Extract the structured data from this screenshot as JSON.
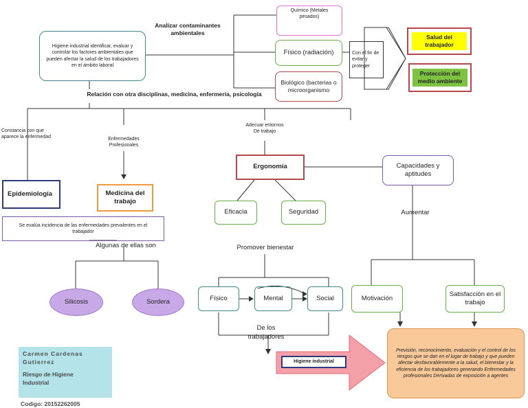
{
  "center_box": {
    "text": "Higiene industrial identificar, evaluar y controlar los factores ambientales que pueden afectar la salud de los trabajadores en el ámbito laboral"
  },
  "labels": {
    "analizar": "Analizar contaminantes ambientales",
    "relacion": "Relación con otra disciplinas, medicina, enfermería, psicología",
    "constancia": "Constancia con que aparece la enfermedad",
    "enf_prof": "Enfermedades Profesionales",
    "adecuar": "Adecuar entornos De trabajo",
    "algunas": "Algunas de ellas son",
    "promover": "Promover bienestar",
    "aumentar": "Aumentar",
    "de_los": "De los trabajadores",
    "con_el_fin": "Con el fin de evitar y proteger"
  },
  "contaminants": {
    "quimico": "Químico (Metales pesados)",
    "fisico": "Físico (radiación)",
    "biologico": "Biológico (bacterias o microorganismo"
  },
  "goals": {
    "salud": "Salud del trabajador",
    "proteccion": "Protección del medio ambiente"
  },
  "nodes": {
    "epidemiologia": "Epidemiología",
    "medicina": "Medicina del trabajo",
    "evalua": "Se evalúa incidencia de las enfermedades prevalentes en el trabajador",
    "silicosis": "Silicosis",
    "sordera": "Sordera",
    "ergonomia": "Ergonomía",
    "eficacia": "Eficacia",
    "seguridad": "Seguridad",
    "capacidades": "Capacidades y aptitudes",
    "fisico2": "Físico",
    "mental": "Mental",
    "social": "Social",
    "motivacion": "Motivación",
    "satisfaccion": "Satisfacción en el trabajo",
    "higiene_industrial": "Higiene industrial",
    "prevision": "Previsión, reconocimiento, evaluación y el control de los riesgos que se dan en el lugar de trabajo y que pueden afectar desfavorablemente a la salud, el bienestar y la eficiencia de los trabajadores generando Enfermedades profesionales Derivadas de exposición a agentes"
  },
  "author": {
    "name": "Carmen Cardenas Gutierrez",
    "course": "Riesgo de Higiene Industrial",
    "code": "Codigo: 20152262005"
  },
  "colors": {
    "teal": "#3d8a8f",
    "navy": "#2e3a7a",
    "pink": "#e070d8",
    "orange": "#f09a3c",
    "maroon": "#b5464c",
    "green": "#6aad48",
    "purple": "#7a5aa8",
    "yellow": "#ffff00",
    "lime": "#7ec242",
    "lavender": "#c9a8e8",
    "peach": "#f9c99a"
  }
}
